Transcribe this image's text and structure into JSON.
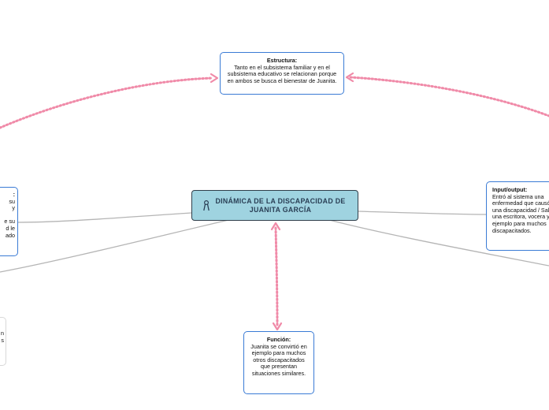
{
  "colors": {
    "dependency": "#f08aa8",
    "branch": "#b5b5b5",
    "node_border": "#3a7bd5",
    "center_fill": "#9fd3e0",
    "center_border": "#2f3e4a",
    "center_text": "#2a3f55"
  },
  "center": {
    "title": "DINÁMICA DE LA DISCAPACIDAD DE JUANITA GARCÍA",
    "icon": "ribbon-icon"
  },
  "nodes": {
    "estructura": {
      "title": "Estructura:",
      "text": "Tanto en el subsistema familiar y en el subsistema educativo se relacionan porque en ambos se busca el bienestar de Juanita."
    },
    "input_output": {
      "title": "Input/output:",
      "text": "Entró al sistema una enfermedad que causó una discapacidad / Salió una escritora, vocera y ejemplo para muchos discapacitados."
    },
    "funcion": {
      "title": "Función:",
      "text": "Juanita se convirtió en ejemplo para muchos otros discapacitados que presentan situaciones similares."
    },
    "left_partial": {
      "title": ":",
      "lines": [
        "su",
        "y",
        "",
        "e su",
        "d le",
        "ado"
      ]
    },
    "bottom_left_partial": {
      "lines": [
        "n",
        "s"
      ]
    }
  }
}
